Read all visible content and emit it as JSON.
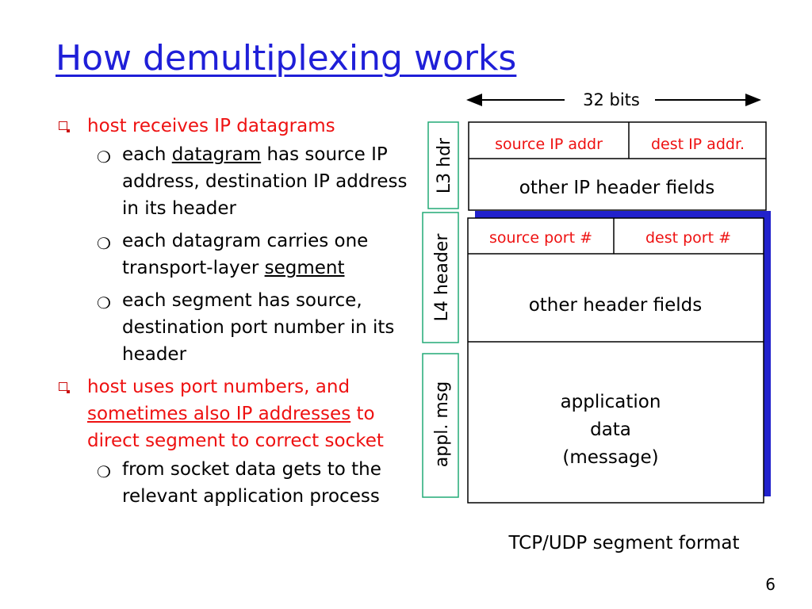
{
  "title": "How demultiplexing works",
  "bullets": [
    {
      "text_parts": [
        "host receives IP datagrams"
      ],
      "sub": [
        {
          "pre": "each ",
          "u": "datagram",
          "post": " has source IP address, destination IP address in its header"
        },
        {
          "pre": "each datagram carries one transport-layer ",
          "u": "segment",
          "post": ""
        },
        {
          "pre": "each segment has source, destination port number in its header",
          "u": "",
          "post": ""
        }
      ]
    },
    {
      "pre": "host uses port numbers, and ",
      "u": "sometimes also IP addresses",
      "post": " to direct segment to correct socket",
      "sub": [
        {
          "pre": "from socket data gets to the relevant application process",
          "u": "",
          "post": ""
        }
      ]
    }
  ],
  "diagram": {
    "bits_label": "32 bits",
    "source_ip": "source IP addr",
    "dest_ip": "dest IP addr.",
    "other_ip_fields": "other IP header fields",
    "source_port": "source port #",
    "dest_port": "dest port #",
    "other_header_fields": "other header fields",
    "app_data_line1": "application",
    "app_data_line2": "data",
    "app_data_line3": "(message)",
    "label_l3": "L3 hdr",
    "label_l4": "L4  header",
    "label_appl": "appl. msg",
    "caption": "TCP/UDP segment format"
  },
  "page_number": "6",
  "colors": {
    "title": "#1f1fd8",
    "bullet_red": "#ee1111",
    "shadow_blue": "#2222cc",
    "label_border_green": "#22aa77"
  }
}
